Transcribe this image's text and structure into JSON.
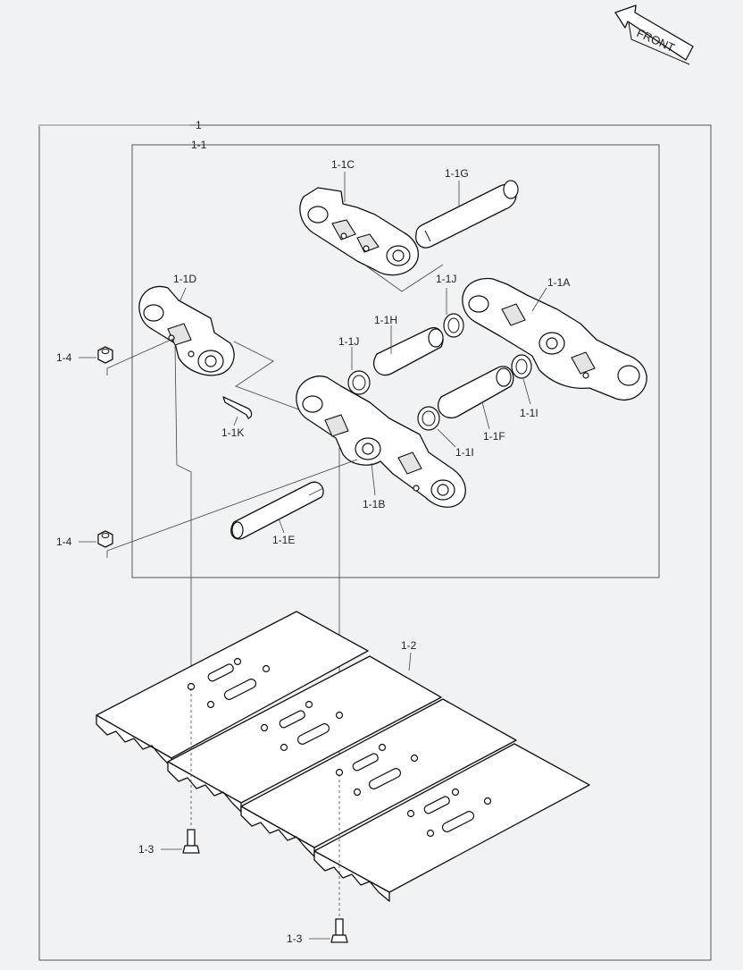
{
  "direction": {
    "label": "FRONT",
    "icon": "front-arrow-icon"
  },
  "assembly": {
    "label": "1",
    "subassembly": "1-1"
  },
  "callouts": {
    "c1_1a": "1-1A",
    "c1_1b": "1-1B",
    "c1_1c": "1-1C",
    "c1_1d": "1-1D",
    "c1_1e": "1-1E",
    "c1_1f": "1-1F",
    "c1_1g": "1-1G",
    "c1_1h": "1-1H",
    "c1_1i_a": "1-1I",
    "c1_1i_b": "1-1I",
    "c1_1j_a": "1-1J",
    "c1_1j_b": "1-1J",
    "c1_1k": "1-1K",
    "c1_2": "1-2",
    "c1_3_a": "1-3",
    "c1_3_b": "1-3",
    "c1_4_a": "1-4",
    "c1_4_b": "1-4"
  }
}
